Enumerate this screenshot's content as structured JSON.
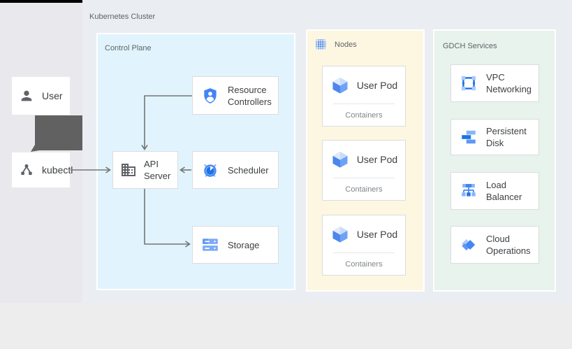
{
  "cluster": {
    "label": "Kubernetes Cluster"
  },
  "outside": {
    "user": {
      "label": "User",
      "icon": "user-person-icon"
    },
    "kubectl": {
      "label": "kubectl",
      "icon": "kubectl-hub-icon"
    }
  },
  "control_plane": {
    "label": "Control Plane",
    "cards": {
      "resource_controllers": {
        "label": "Resource Controllers",
        "icon": "shield-person-icon"
      },
      "api_server": {
        "label": "API Server",
        "icon": "building-icon"
      },
      "scheduler": {
        "label": "Scheduler",
        "icon": "clock-pie-icon"
      },
      "storage": {
        "label": "Storage",
        "icon": "storage-stack-icon"
      }
    }
  },
  "nodes": {
    "label": "Nodes",
    "header_icon": "dotted-grid-icon",
    "pods": [
      {
        "label": "User Pod",
        "sublabel": "Containers",
        "icon": "pod-cube-icon"
      },
      {
        "label": "User Pod",
        "sublabel": "Containers",
        "icon": "pod-cube-icon"
      },
      {
        "label": "User Pod",
        "sublabel": "Containers",
        "icon": "pod-cube-icon"
      }
    ]
  },
  "gdch": {
    "label": "GDCH Services",
    "services": [
      {
        "label": "VPC Networking",
        "icon": "vpc-networking-icon"
      },
      {
        "label": "Persistent Disk",
        "icon": "persistent-disk-icon"
      },
      {
        "label": "Load Balancer",
        "icon": "load-balancer-icon"
      },
      {
        "label": "Cloud Operations",
        "icon": "cloud-operations-icon"
      }
    ]
  },
  "colors": {
    "accent_blue": "#4285f4",
    "dark_blue": "#1a73e8",
    "light_blue": "#8ab4f8",
    "pale_blue": "#aecbfa",
    "panel_control_plane": "#e1f4fd",
    "panel_nodes": "#fdf7e2",
    "panel_gdch": "#e7f3ec",
    "canvas_gray": "#eaedf1",
    "arrow_gray": "#757575",
    "icon_gray": "#5f6368",
    "big_arrow_gray": "#616161"
  }
}
